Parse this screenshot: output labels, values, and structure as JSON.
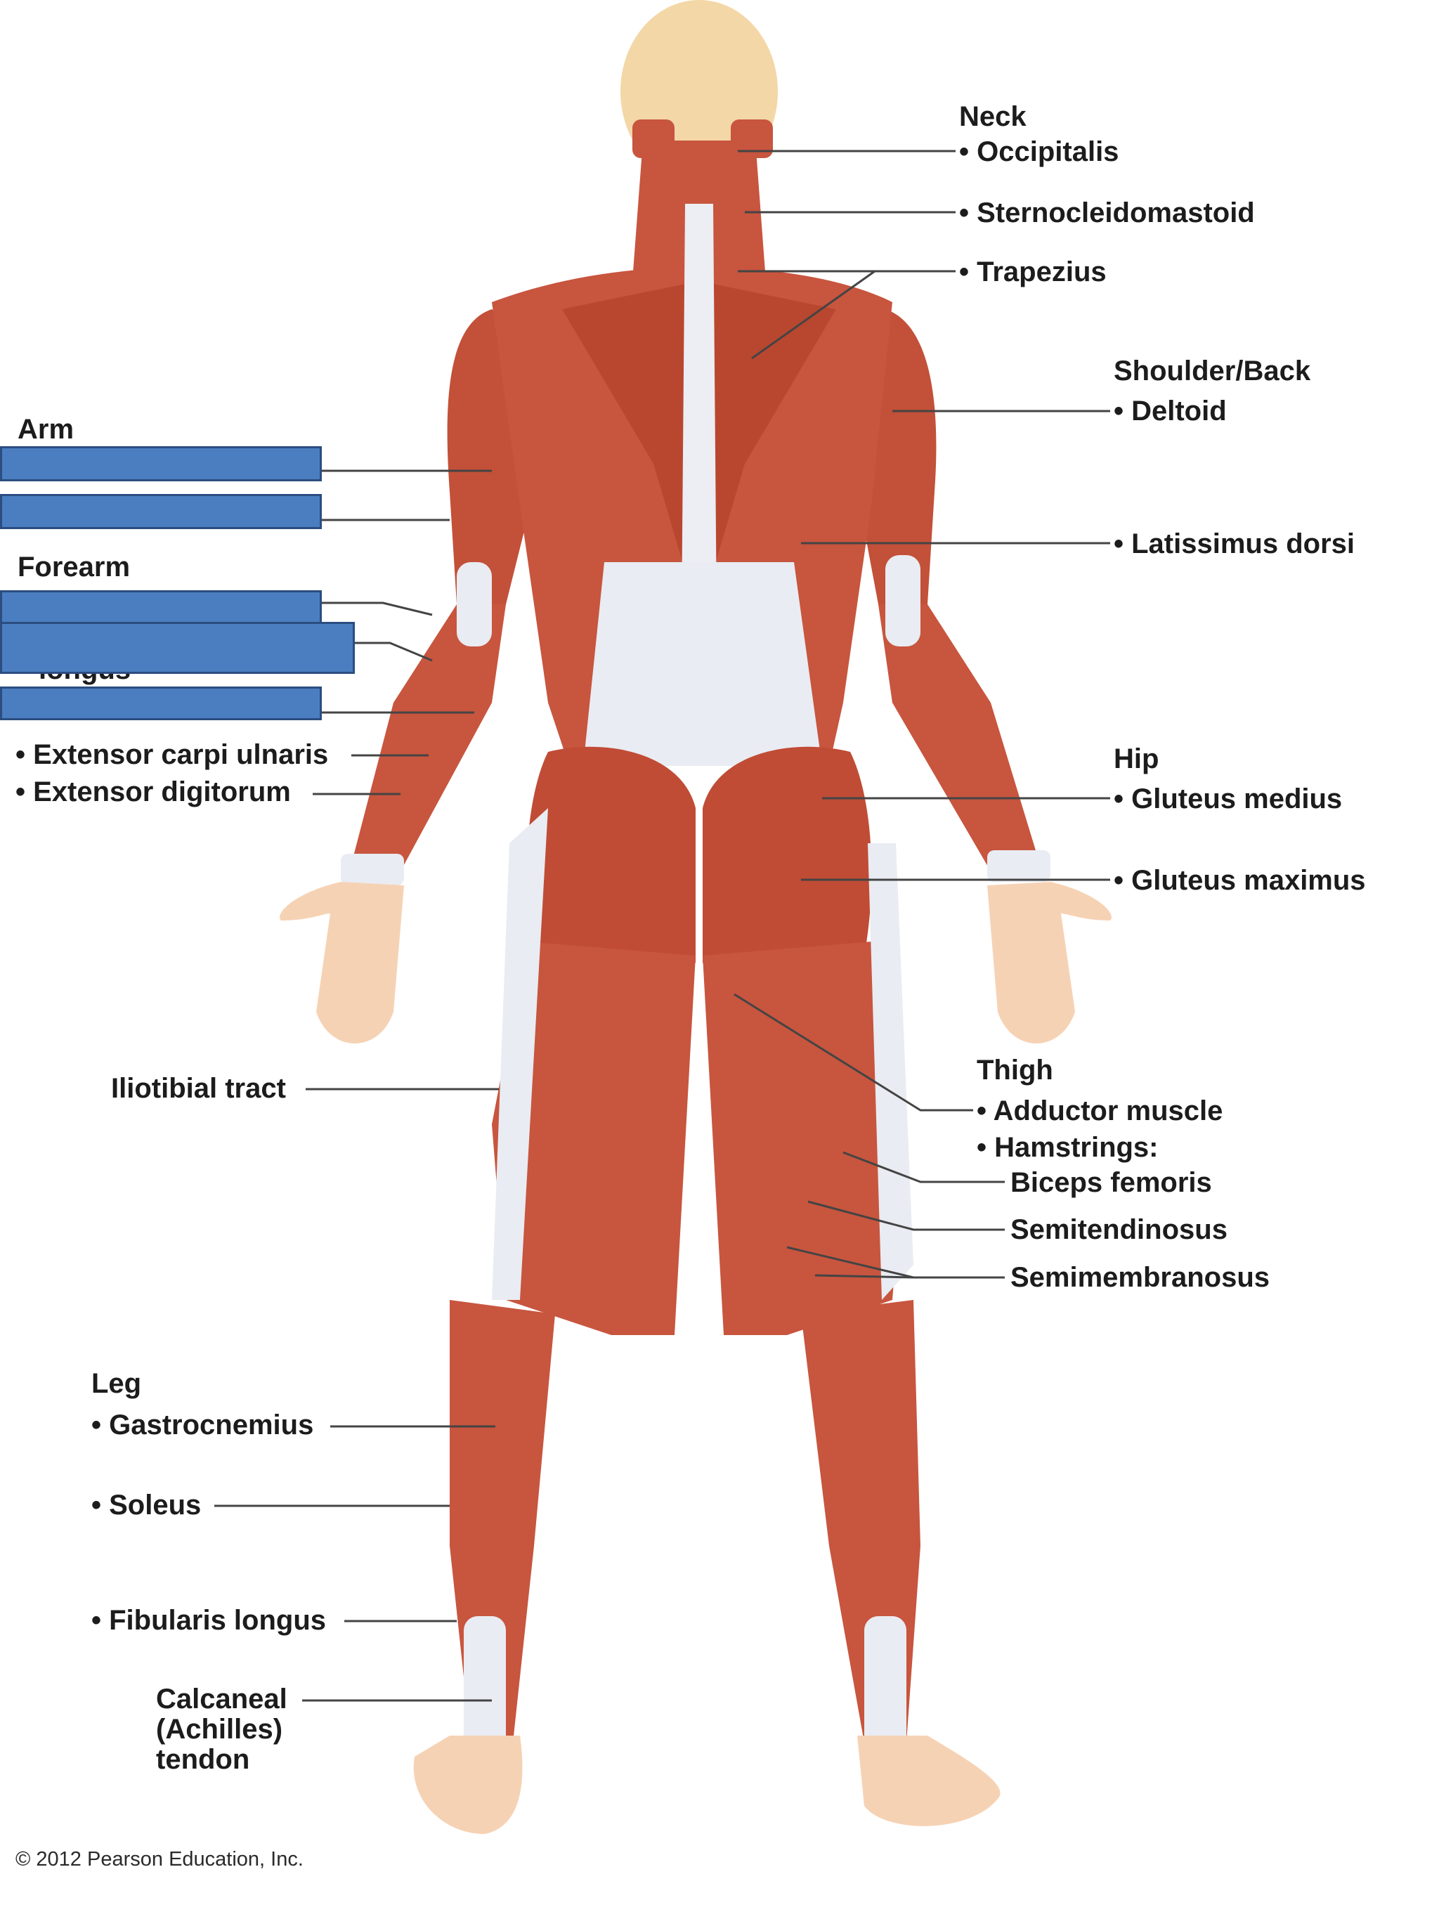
{
  "groups": {
    "neck": "Neck",
    "shoulder_back": "Shoulder/Back",
    "arm": "Arm",
    "forearm": "Forearm",
    "hip": "Hip",
    "thigh": "Thigh",
    "leg": "Leg"
  },
  "labels": {
    "occipitalis": "• Occipitalis",
    "sternocleidomastoid": "• Sternocleidomastoid",
    "trapezius": "• Trapezius",
    "deltoid": "• Deltoid",
    "latissimus_dorsi": "• Latissimus dorsi",
    "gluteus_medius": "• Gluteus medius",
    "gluteus_maximus": "• Gluteus maximus",
    "adductor_muscle": "• Adductor muscle",
    "hamstrings": "• Hamstrings:",
    "biceps_femoris": "Biceps femoris",
    "semitendinosus": "Semitendinosus",
    "semimembranosus": "Semimembranosus",
    "extensor_carpi_ulnaris": "• Extensor carpi ulnaris",
    "extensor_digitorum": "• Extensor digitorum",
    "longus_fragment": "longus",
    "iliotibial_tract": "Iliotibial tract",
    "gastrocnemius": "• Gastrocnemius",
    "soleus": "• Soleus",
    "fibularis_longus": "• Fibularis longus",
    "calcaneal_tendon": "Calcaneal (Achilles) tendon"
  },
  "copyright": "© 2012 Pearson Education, Inc.",
  "colors": {
    "muscle": "#c8553e",
    "muscle_dark": "#a8402f",
    "tendon": "#e9ecf2",
    "skin": "#f6d2b4",
    "cover_box": "#4a7ec0",
    "leader_line": "#444444"
  }
}
